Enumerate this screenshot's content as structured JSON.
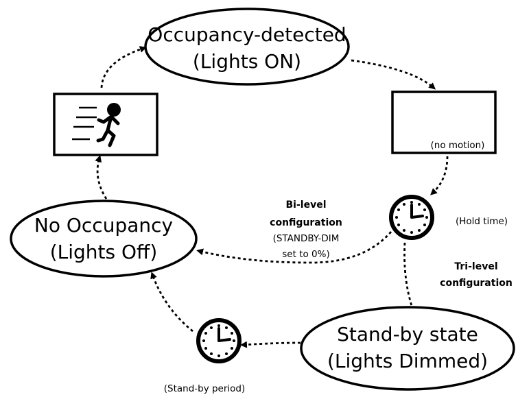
{
  "states": {
    "occupied": {
      "line1": "Occupancy-detected",
      "line2": "(Lights ON)"
    },
    "no_occupancy": {
      "line1": "No Occupancy",
      "line2": "(Lights Off)"
    },
    "standby": {
      "line1": "Stand-by state",
      "line2": "(Lights Dimmed)"
    }
  },
  "labels": {
    "no_motion": "(no motion)",
    "hold_time": "(Hold time)",
    "standby_period": "(Stand-by period)",
    "bi_level_line1": "Bi-level",
    "bi_level_line2": "configuration",
    "bi_level_note1": "(STANDBY-DIM",
    "bi_level_note2": "set to 0%)",
    "tri_level_line1": "Tri-level",
    "tri_level_line2": "configuration"
  },
  "icons": {
    "motion": "running-person-icon",
    "hold_timer": "clock-icon",
    "standby_timer": "clock-icon"
  }
}
